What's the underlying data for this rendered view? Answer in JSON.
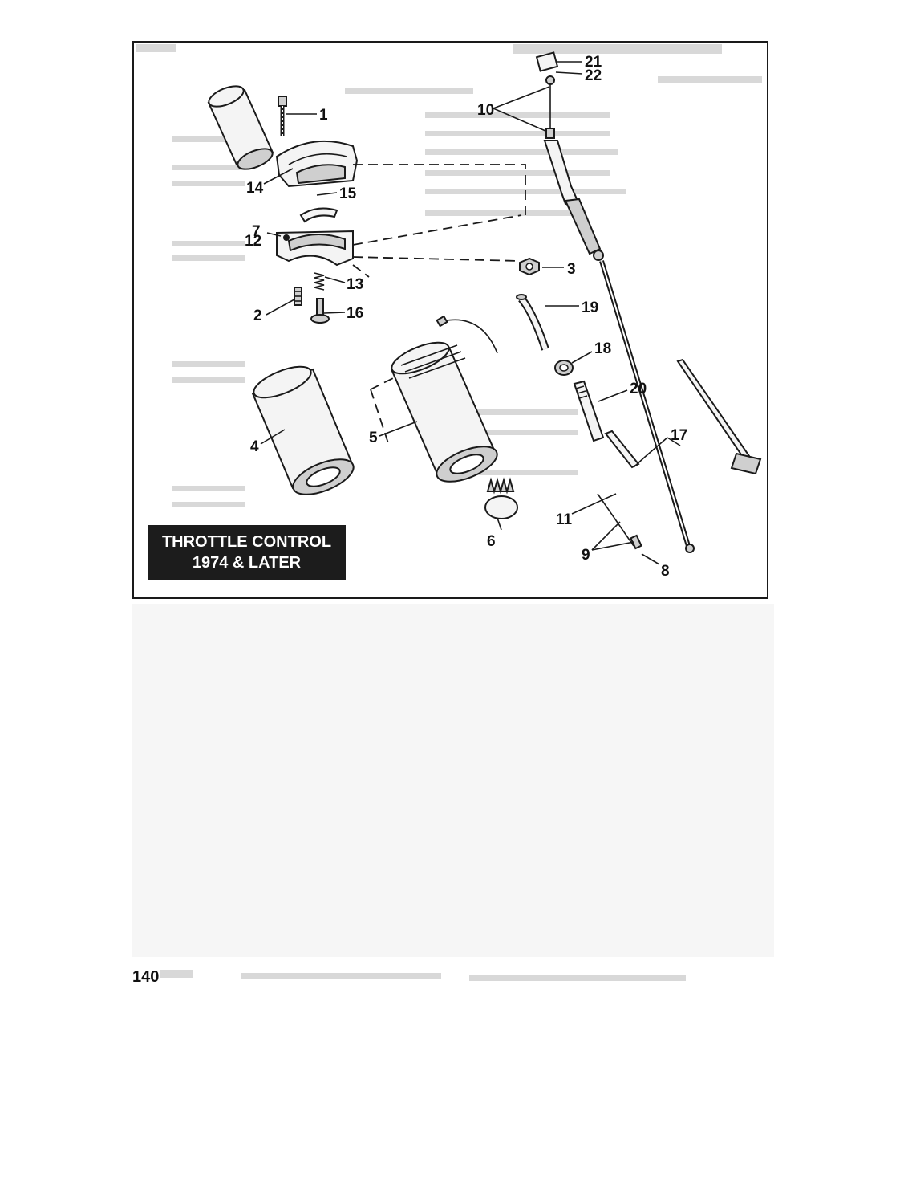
{
  "diagram": {
    "title_line1": "THROTTLE CONTROL",
    "title_line2": "1974 & LATER",
    "callouts": {
      "c1": "1",
      "c2": "2",
      "c3": "3",
      "c4": "4",
      "c5": "5",
      "c6": "6",
      "c7": "7",
      "c8": "8",
      "c9": "9",
      "c10": "10",
      "c11": "11",
      "c12": "12",
      "c13": "13",
      "c14": "14",
      "c15": "15",
      "c16": "16",
      "c17": "17",
      "c18": "18",
      "c19": "19",
      "c20": "20",
      "c21": "21",
      "c22": "22"
    }
  },
  "page": {
    "number": "140"
  }
}
